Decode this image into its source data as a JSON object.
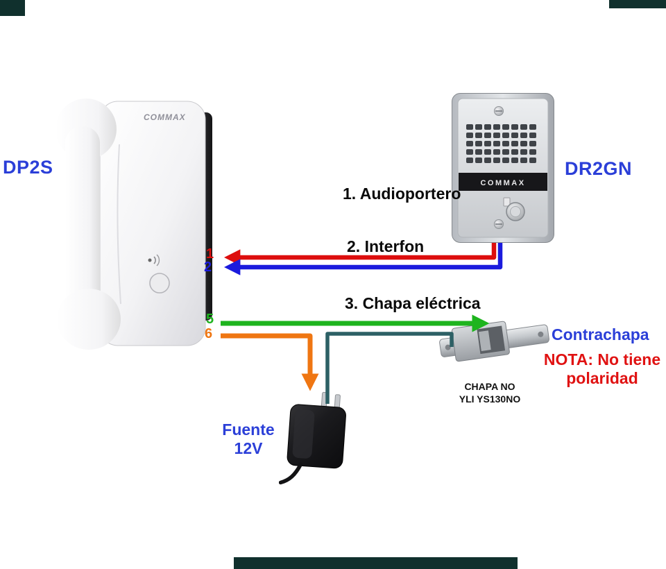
{
  "labels": {
    "phone": "DP2S",
    "door_station": "DR2GN",
    "step1": "1. Audioportero",
    "step2": "2. Interfon",
    "step3": "3. Chapa eléctrica",
    "strike": "Contrachapa",
    "note": "NOTA: No tiene polaridad",
    "strike_model_line1": "CHAPA NO",
    "strike_model_line2": "YLI YS130NO",
    "psu_line1": "Fuente",
    "psu_line2": "12V"
  },
  "brand": {
    "phone_logo": "COMMAX",
    "door_logo": "COMMAX"
  },
  "wires": {
    "t1": {
      "number": "1",
      "color": "#dd0e0e"
    },
    "t2": {
      "number": "2",
      "color": "#1b1bdd"
    },
    "t5": {
      "number": "5",
      "color": "#1eb41e"
    },
    "t6": {
      "number": "6",
      "color": "#ef7612"
    },
    "psu": {
      "color": "#2d6065"
    }
  },
  "colors": {
    "label_blue": "#2b3fd8",
    "note_red": "#e01212",
    "heading": "#0a0a0a",
    "small_text": "#111111"
  }
}
